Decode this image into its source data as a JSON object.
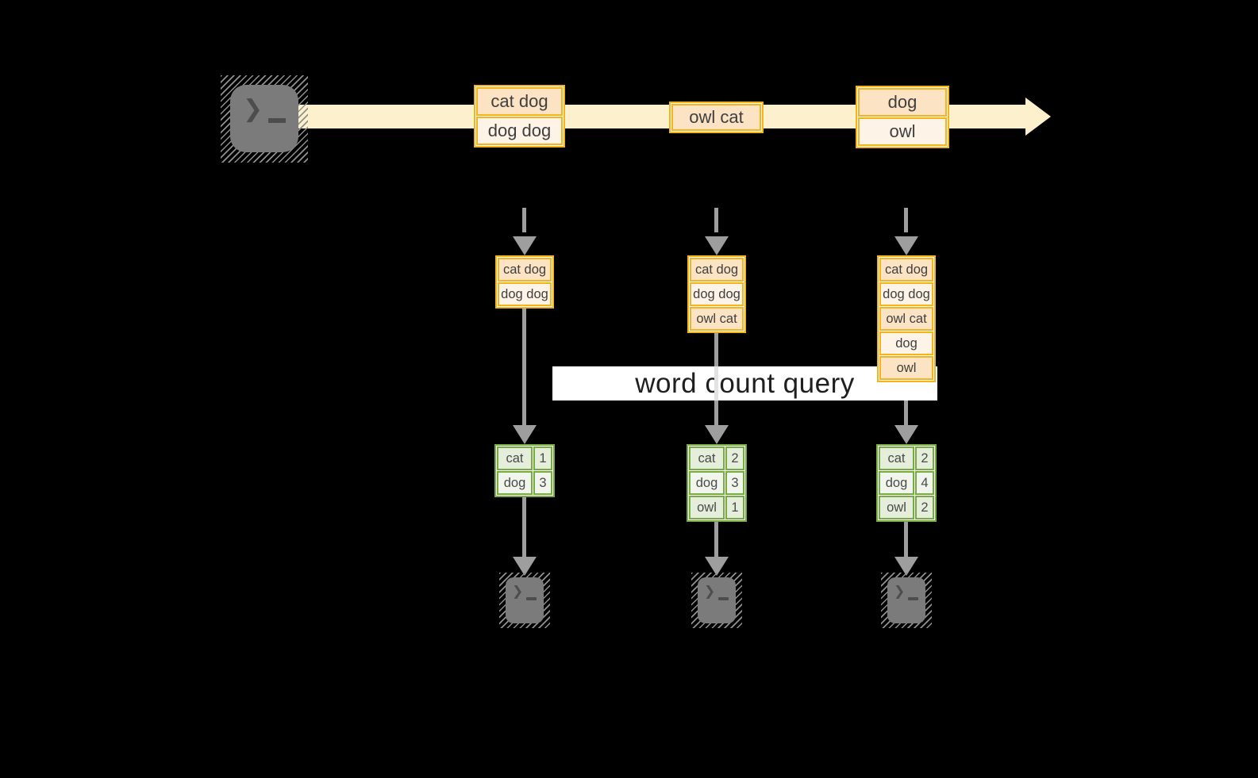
{
  "query_label": "word count query",
  "stream": {
    "batches": [
      {
        "cells": [
          "cat dog",
          "dog dog"
        ]
      },
      {
        "cells": [
          "owl cat"
        ]
      },
      {
        "cells": [
          "dog",
          "owl"
        ]
      }
    ]
  },
  "columns": [
    {
      "state": [
        "cat dog",
        "dog dog"
      ],
      "counts": [
        [
          "cat",
          "1"
        ],
        [
          "dog",
          "3"
        ]
      ]
    },
    {
      "state": [
        "cat dog",
        "dog dog",
        "owl cat"
      ],
      "counts": [
        [
          "cat",
          "2"
        ],
        [
          "dog",
          "3"
        ],
        [
          "owl",
          "1"
        ]
      ]
    },
    {
      "state": [
        "cat dog",
        "dog dog",
        "owl cat",
        "dog",
        "owl"
      ],
      "counts": [
        [
          "cat",
          "2"
        ],
        [
          "dog",
          "4"
        ],
        [
          "owl",
          "2"
        ]
      ]
    }
  ],
  "colors": {
    "amber_border": "#f5b41e",
    "peach_fill": "#fbe3c4",
    "cream_fill": "#fdf3e6",
    "stream_band": "#fcf1cc",
    "green_border": "#76ac41",
    "sage_fill": "#e5eedb",
    "sage_light_fill": "#f1f6ec",
    "arrow_gray": "#9e9e9e",
    "terminal_gray": "#7b7b7b",
    "background": "#000000"
  },
  "icons": {
    "source": "terminal-icon",
    "consumers": [
      "terminal-icon",
      "terminal-icon",
      "terminal-icon"
    ]
  }
}
